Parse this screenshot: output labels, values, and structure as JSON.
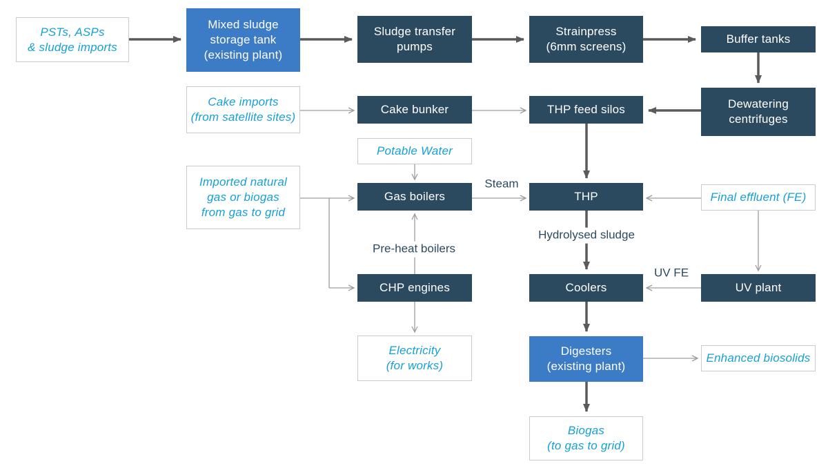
{
  "diagram": {
    "description": "Sludge treatment / thermal hydrolysis process flow diagram",
    "colors": {
      "process_box": "#2b4a5f",
      "existing_plant_box": "#3c7bc6",
      "input_output_text": "#16a0d6",
      "input_output_border": "#c9cacb",
      "edge_label_text": "#2b4a5f",
      "main_arrow": "#595a5c",
      "secondary_arrow": "#9a9c9e"
    },
    "nodes": {
      "psts": {
        "label": "PSTs, ASPs\n& sludge imports",
        "type": "input"
      },
      "mixed_sludge": {
        "label": "Mixed sludge\nstorage tank\n(existing plant)",
        "type": "existing-plant"
      },
      "sludge_pumps": {
        "label": "Sludge transfer\npumps",
        "type": "process"
      },
      "strainpress": {
        "label": "Strainpress\n(6mm screens)",
        "type": "process"
      },
      "buffer_tanks": {
        "label": "Buffer tanks",
        "type": "process"
      },
      "cake_imports": {
        "label": "Cake imports\n(from satellite sites)",
        "type": "input"
      },
      "cake_bunker": {
        "label": "Cake bunker",
        "type": "process"
      },
      "thp_feed_silos": {
        "label": "THP feed silos",
        "type": "process"
      },
      "dewatering": {
        "label": "Dewatering\ncentrifuges",
        "type": "process"
      },
      "potable_water": {
        "label": "Potable Water",
        "type": "input"
      },
      "imported_gas": {
        "label": "Imported natural\ngas or biogas\nfrom gas to grid",
        "type": "input"
      },
      "gas_boilers": {
        "label": "Gas boilers",
        "type": "process"
      },
      "thp": {
        "label": "THP",
        "type": "process"
      },
      "final_effluent": {
        "label": "Final effluent (FE)",
        "type": "input"
      },
      "chp_engines": {
        "label": "CHP engines",
        "type": "process"
      },
      "coolers": {
        "label": "Coolers",
        "type": "process"
      },
      "uv_plant": {
        "label": "UV plant",
        "type": "process"
      },
      "electricity": {
        "label": "Electricity\n(for works)",
        "type": "output"
      },
      "digesters": {
        "label": "Digesters\n(existing plant)",
        "type": "existing-plant"
      },
      "enhanced_biosolids": {
        "label": "Enhanced biosolids",
        "type": "output"
      },
      "biogas": {
        "label": "Biogas\n(to gas to grid)",
        "type": "output"
      }
    },
    "edge_labels": {
      "steam": "Steam",
      "pre_heat": "Pre-heat boilers",
      "hydrolysed": "Hydrolysed sludge",
      "uv_fe": "UV FE"
    }
  }
}
